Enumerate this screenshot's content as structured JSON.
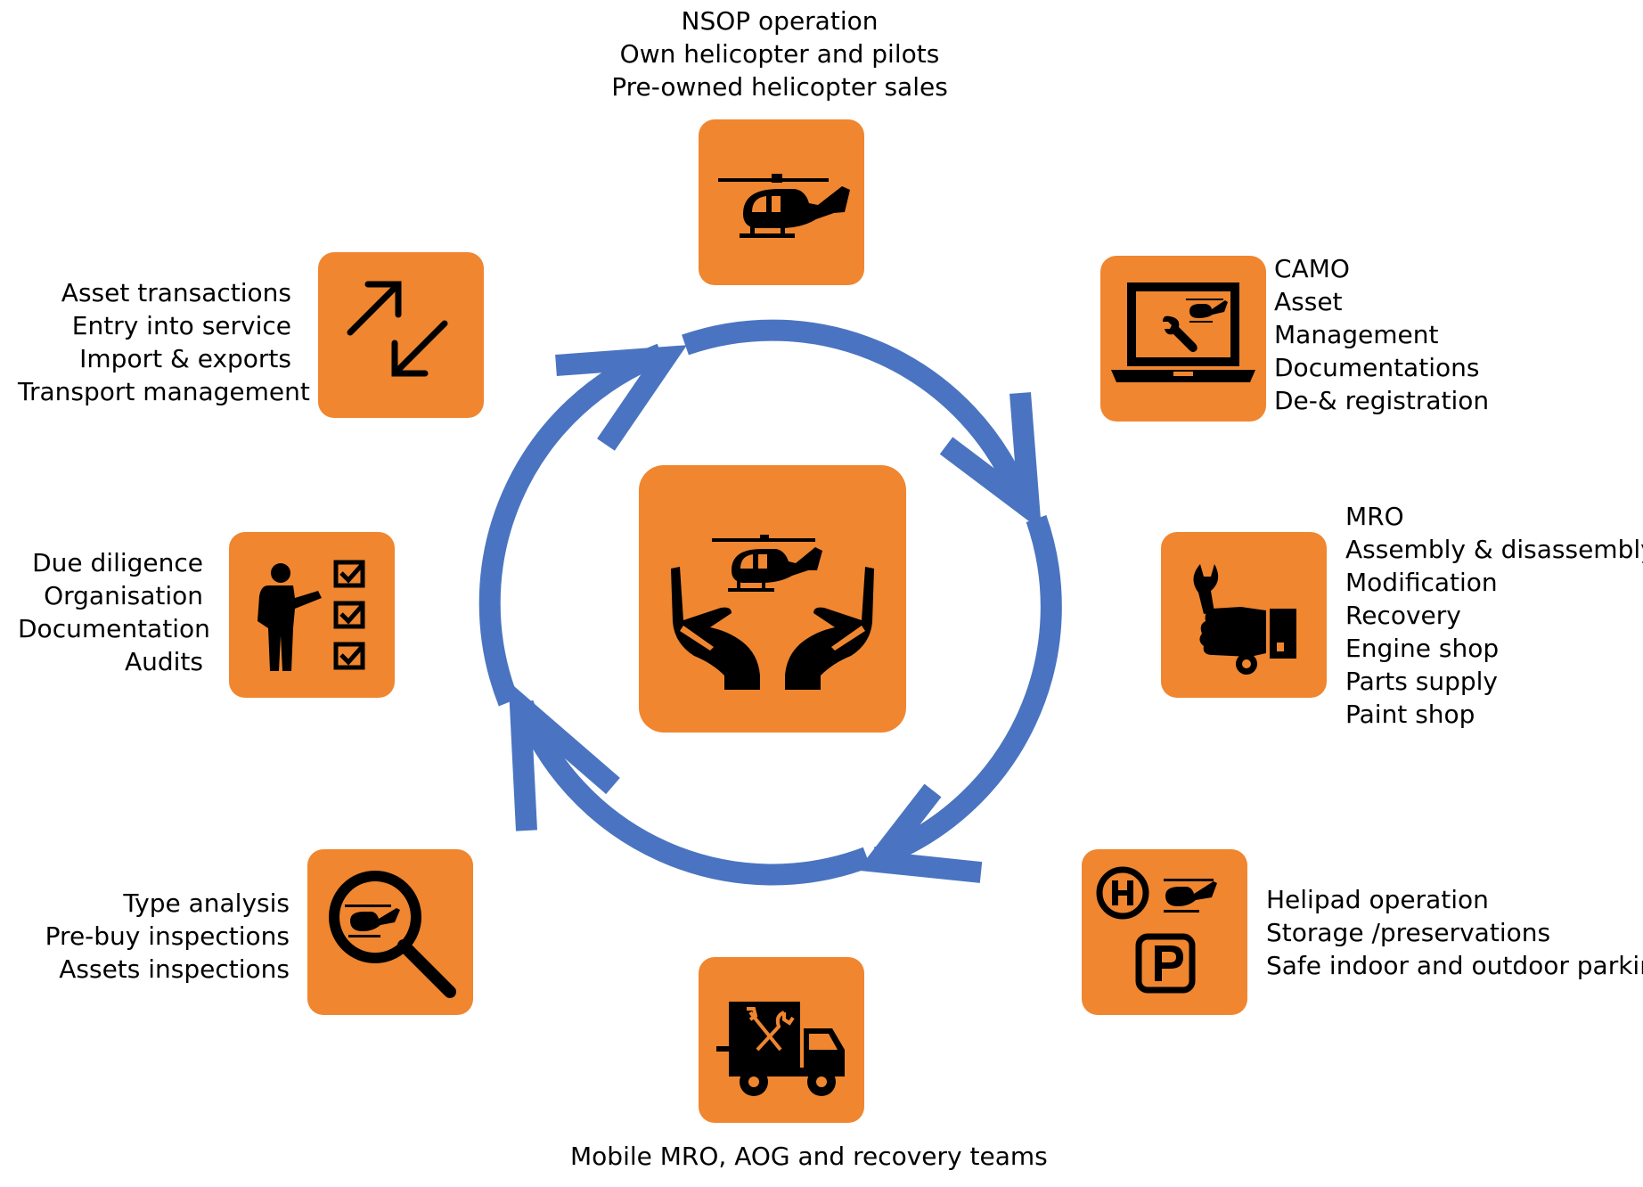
{
  "colors": {
    "tile": "#f0862f",
    "arrow": "#4a74c1",
    "icon": "#000000"
  },
  "top": {
    "icon": "helicopter-icon",
    "lines": [
      "NSOP operation",
      "Own helicopter and pilots",
      "Pre-owned helicopter sales"
    ]
  },
  "camo": {
    "icon": "laptop-helicopter-wrench-icon",
    "lines": [
      "CAMO",
      "Asset",
      "Management",
      "Documentations",
      "De-& registration"
    ]
  },
  "mro": {
    "icon": "hand-wrench-icon",
    "lines": [
      "MRO",
      "Assembly & disassembly",
      "Modification",
      "Recovery",
      "Engine shop",
      "Parts supply",
      "Paint shop"
    ]
  },
  "helipad": {
    "icon": "helipad-parking-icon",
    "lines": [
      "Helipad operation",
      "Storage /preservations",
      "Safe indoor and outdoor parking"
    ]
  },
  "mobile": {
    "icon": "repair-truck-icon",
    "lines": [
      "Mobile MRO, AOG and recovery teams"
    ]
  },
  "inspection": {
    "icon": "magnifier-helicopter-icon",
    "lines": [
      "Type analysis",
      "Pre-buy inspections",
      "Assets inspections"
    ]
  },
  "diligence": {
    "icon": "presenter-checklist-icon",
    "lines": [
      "Due diligence",
      "Organisation",
      "Documentation",
      "Audits"
    ]
  },
  "transactions": {
    "icon": "exchange-arrows-icon",
    "lines": [
      "Asset transactions",
      "Entry into service",
      "Import & exports",
      "Transport management"
    ]
  },
  "center": {
    "icon": "hands-helicopter-icon"
  }
}
